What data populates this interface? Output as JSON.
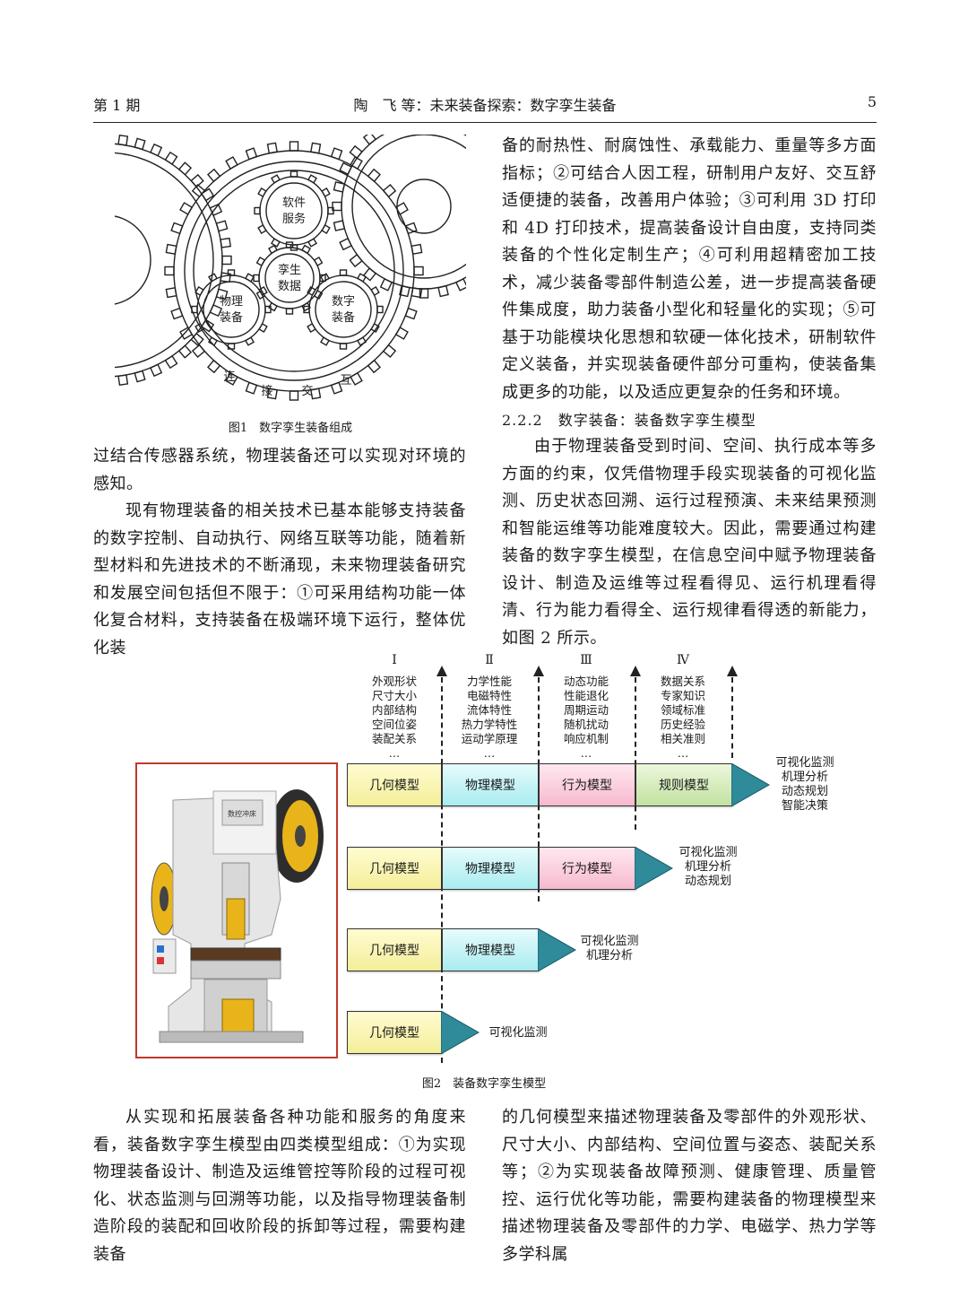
{
  "header": {
    "issue": "第 1 期",
    "title": "陶　飞 等：未来装备探索：数字孪生装备",
    "page": "5"
  },
  "figure1": {
    "caption": "图1　数字孪生装备组成",
    "gears": {
      "software": "软件服务",
      "twin_data": "孪生数据",
      "physical": "物理装备",
      "digital": "数字装备"
    },
    "ring_labels": [
      "连",
      "接",
      "交",
      "互"
    ]
  },
  "left_col": {
    "p1": "过结合传感器系统，物理装备还可以实现对环境的感知。",
    "p2": "现有物理装备的相关技术已基本能够支持装备的数字控制、自动执行、网络互联等功能，随着新型材料和先进技术的不断涌现，未来物理装备研究和发展空间包括但不限于：①可采用结构功能一体化复合材料，支持装备在极端环境下运行，整体优化装"
  },
  "right_col": {
    "p1": "备的耐热性、耐腐蚀性、承载能力、重量等多方面指标；②可结合人因工程，研制用户友好、交互舒适便捷的装备，改善用户体验；③可利用 3D 打印和 4D 打印技术，提高装备设计自由度，支持同类装备的个性化定制生产；④可利用超精密加工技术，减少装备零部件制造公差，进一步提高装备硬件集成度，助力装备小型化和轻量化的实现；⑤可基于功能模块化思想和软硬一体化技术，研制软件定义装备，并实现装备硬件部分可重构，使装备集成更多的功能，以及适应更复杂的任务和环境。",
    "section": "2.2.2　数字装备：装备数字孪生模型",
    "p2": "由于物理装备受到时间、空间、执行成本等多方面的约束，仅凭借物理手段实现装备的可视化监测、历史状态回溯、运行过程预演、未来结果预测和智能运维等功能难度较大。因此，需要通过构建装备的数字孪生模型，在信息空间中赋予物理装备设计、制造及运维等过程看得见、运行机理看得清、行为能力看得全、运行规律看得透的新能力，如图 2 所示。"
  },
  "figure2": {
    "caption": "图2　装备数字孪生模型",
    "columns": [
      {
        "numeral": "Ⅰ",
        "items": [
          "外观形状",
          "尺寸大小",
          "内部结构",
          "空间位姿",
          "装配关系",
          "…"
        ]
      },
      {
        "numeral": "Ⅱ",
        "items": [
          "力学性能",
          "电磁特性",
          "流体特性",
          "热力学特性",
          "运动学原理",
          "…"
        ]
      },
      {
        "numeral": "Ⅲ",
        "items": [
          "动态功能",
          "性能退化",
          "周期运动",
          "随机扰动",
          "响应机制",
          "…"
        ]
      },
      {
        "numeral": "Ⅳ",
        "items": [
          "数据关系",
          "专家知识",
          "领域标准",
          "历史经验",
          "相关准则",
          "…"
        ]
      }
    ],
    "models": {
      "geometry": "几何模型",
      "physics": "物理模型",
      "behavior": "行为模型",
      "rule": "规则模型"
    },
    "outputs": {
      "row1": [
        "可视化监测",
        "机理分析",
        "动态规划",
        "智能决策"
      ],
      "row2": [
        "可视化监测",
        "机理分析",
        "动态规划"
      ],
      "row3": [
        "可视化监测",
        "机理分析"
      ],
      "row4": [
        "可视化监测"
      ]
    },
    "press_label": "数控冲床"
  },
  "bottom_left": {
    "p1": "从实现和拓展装备各种功能和服务的角度来看，装备数字孪生模型由四类模型组成：①为实现物理装备设计、制造及运维管控等阶段的过程可视化、状态监测与回溯等功能，以及指导物理装备制造阶段的装配和回收阶段的拆卸等过程，需要构建装备"
  },
  "bottom_right": {
    "p1": "的几何模型来描述物理装备及零部件的外观形状、尺寸大小、内部结构、空间位置与姿态、装配关系等；②为实现装备故障预测、健康管理、质量管控、运行优化等功能，需要构建装备的物理模型来描述物理装备及零部件的力学、电磁学、热力学等多学科属"
  },
  "colors": {
    "geometry_fill": "#f4ee9a",
    "physics_fill": "#a9ecf0",
    "behavior_fill": "#f6b9cf",
    "rule_fill": "#c2e2a0",
    "arrow_teal": "#2f8a9a",
    "press_frame": "#c0392b"
  }
}
